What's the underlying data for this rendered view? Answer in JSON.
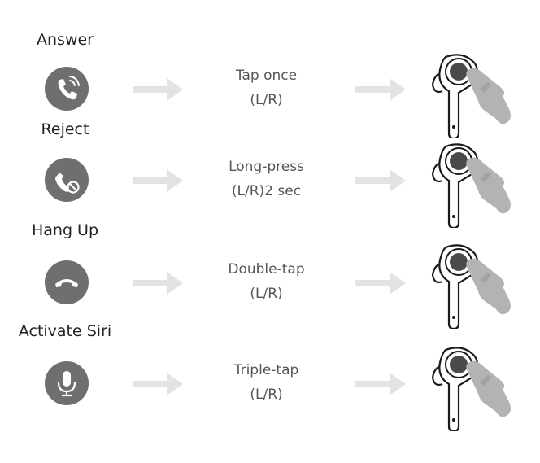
{
  "rows": [
    {
      "label": "Answer",
      "icon": "phone-ringing-icon",
      "action_line1": "Tap once",
      "action_line2": "(L/R)"
    },
    {
      "label": "Reject",
      "icon": "phone-reject-icon",
      "action_line1": "Long-press",
      "action_line2": "(L/R)2 sec"
    },
    {
      "label": "Hang Up",
      "icon": "phone-hangup-icon",
      "action_line1": "Double-tap",
      "action_line2": "(L/R)"
    },
    {
      "label": "Activate Siri",
      "icon": "microphone-icon",
      "action_line1": "Triple-tap",
      "action_line2": "(L/R)"
    }
  ],
  "colors": {
    "icon_circle": "#6f6f6f",
    "arrow": "#e3e3e3",
    "text": "#222222",
    "action_text": "#555555",
    "hand": "#b3b3b3",
    "earbud_outline": "#1a1a1a"
  }
}
